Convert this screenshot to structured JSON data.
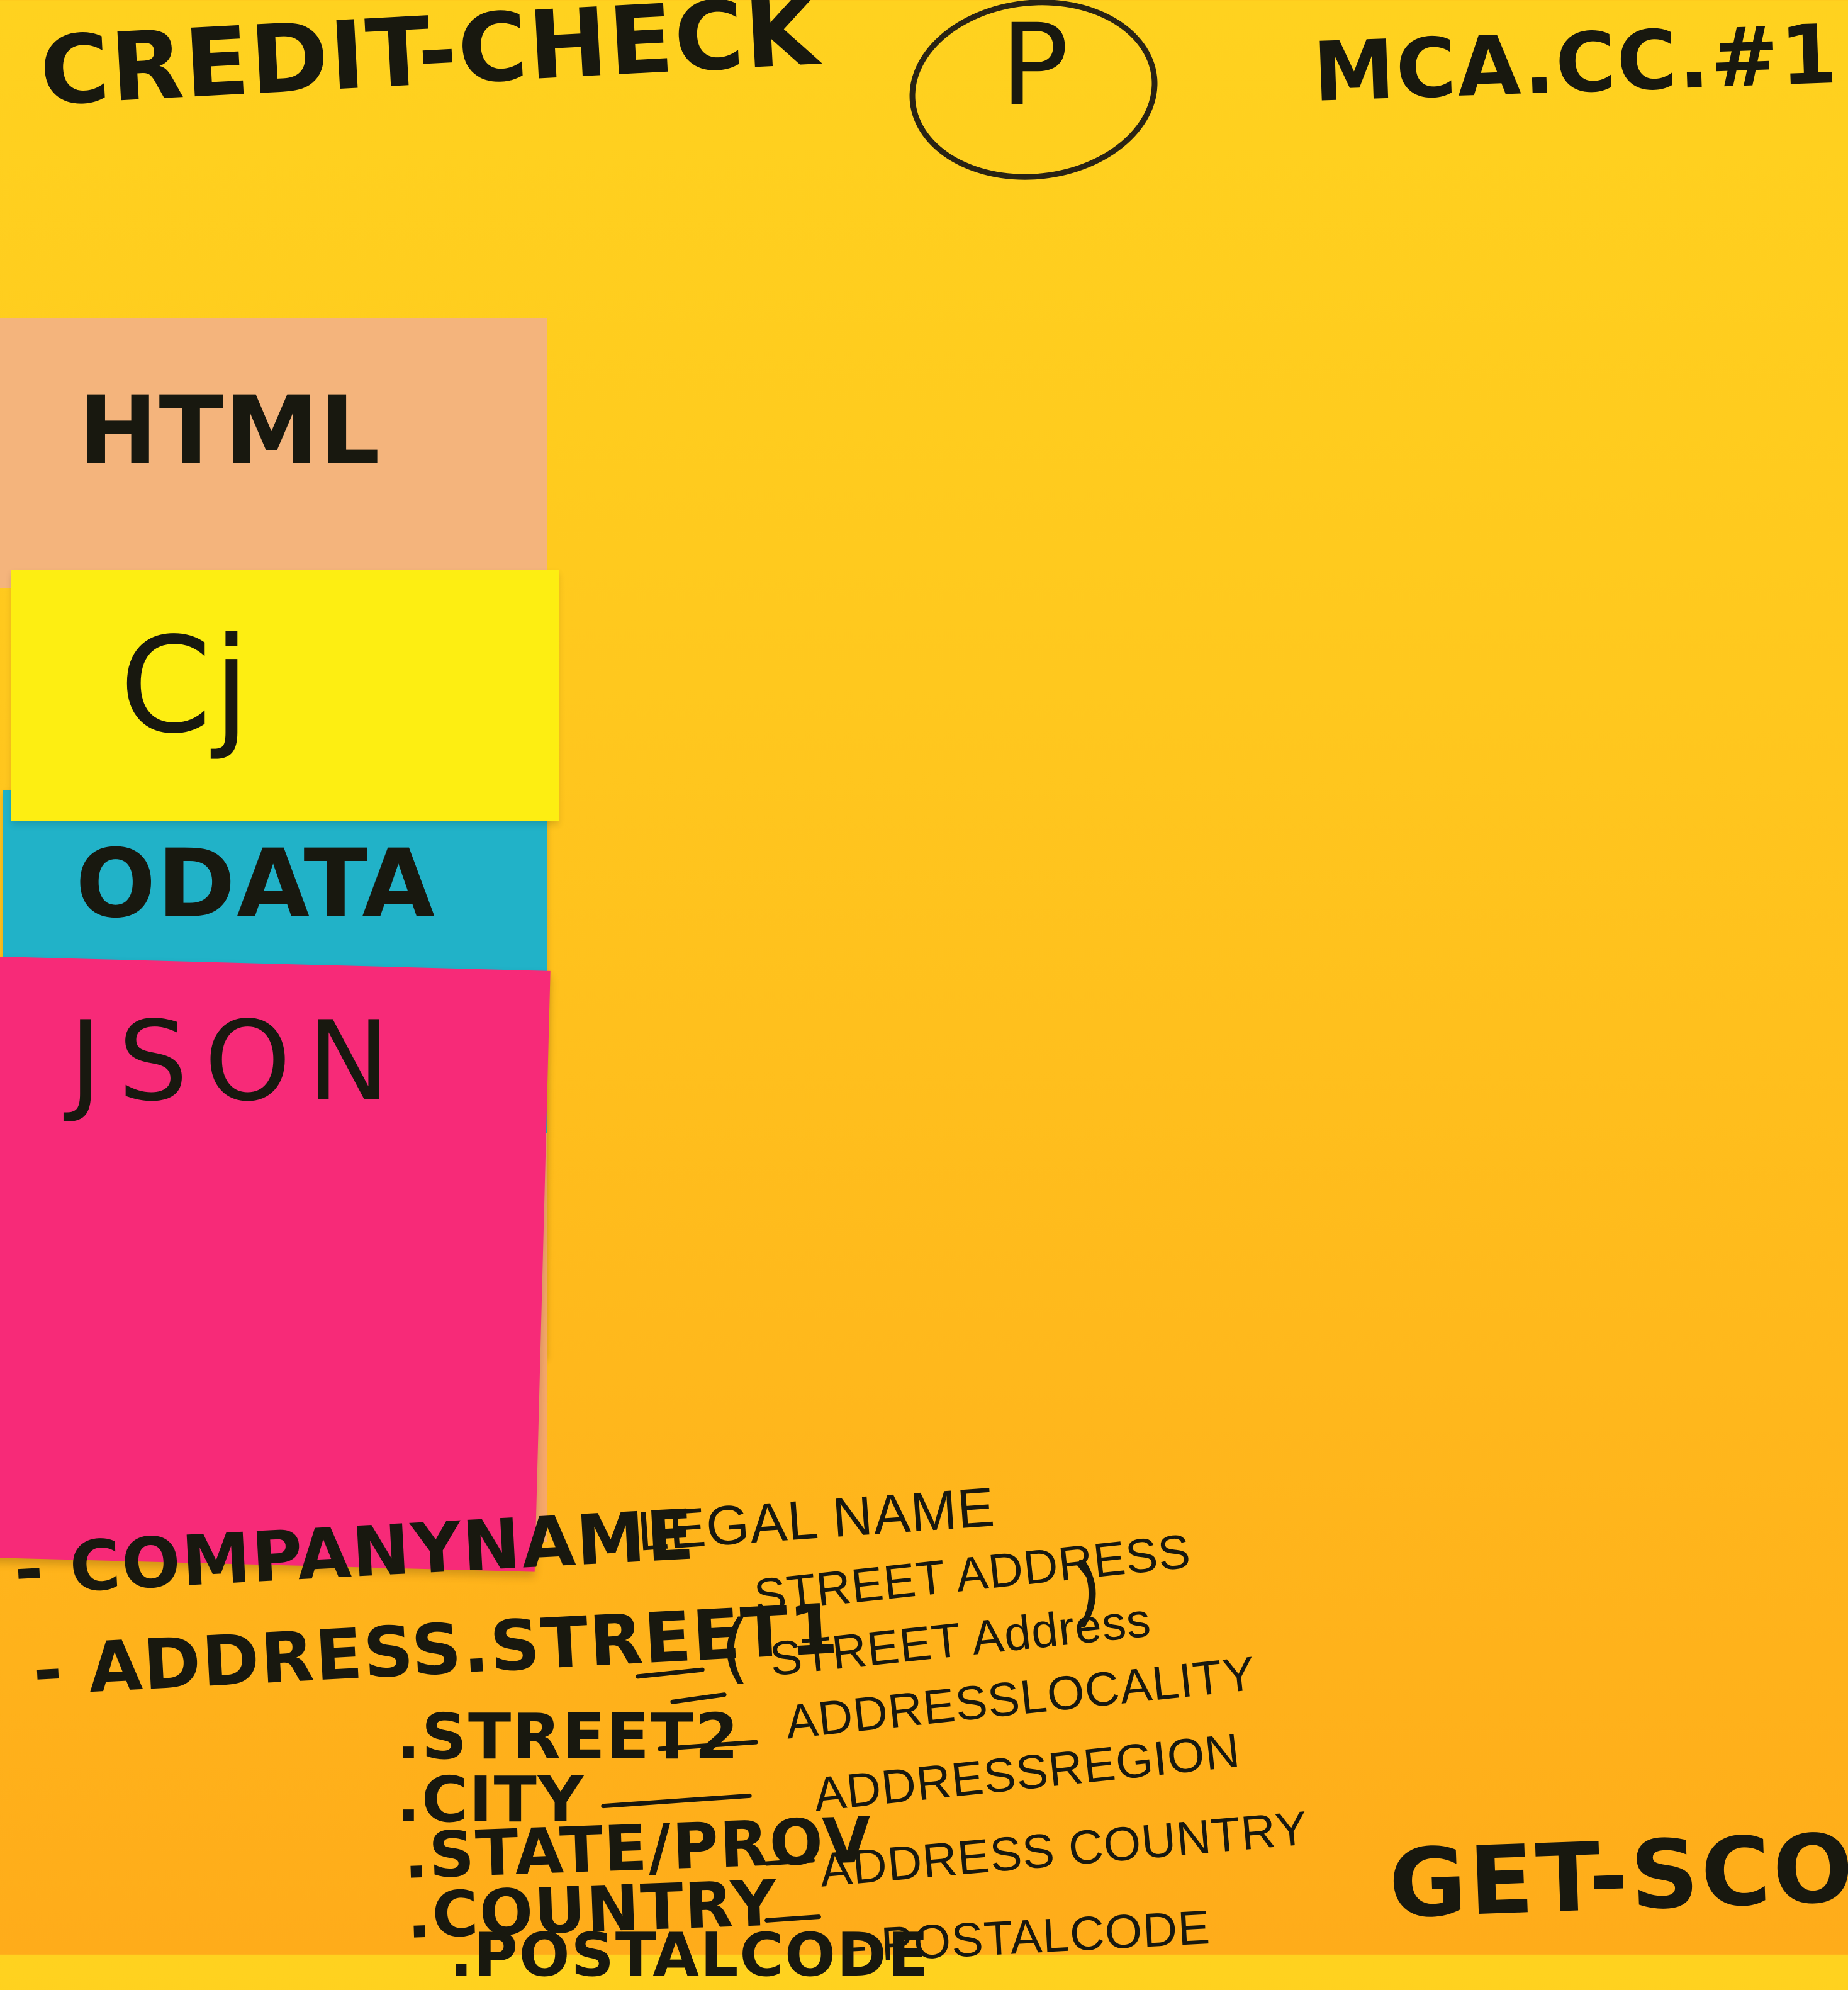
{
  "header": {
    "title": "CREDIT-CHECK",
    "priority": "P",
    "version": "MCA.CC.#1"
  },
  "stickies": [
    {
      "label": "HTML",
      "color": "#f4b47c"
    },
    {
      "label": "Cj",
      "color": "#fdee12"
    },
    {
      "label": "ODATA",
      "color": "#21b2c8"
    },
    {
      "label": "JSON",
      "color": "#f72a78"
    }
  ],
  "fields": {
    "company": "- COMPANYNAME",
    "street1": "- ADDRESS.STREET1",
    "street2": ".STREET2",
    "city": ".CITY",
    "state": ".STATE/PROV",
    "country": ".COUNTRY",
    "postal": ".POSTALCODE"
  },
  "targets": {
    "legal": "LEGAL NAME",
    "street_a": "STREET ADDRESS",
    "street_b": "STREET Address",
    "locality": "ADDRESSLOCALITY",
    "region": "ADDRESSREGION",
    "country": "ADDRESS COUNTRY",
    "postal": "- POSTALCODE"
  },
  "operation": "GET-SCORE",
  "colors": {
    "board": "#ffc81e",
    "ink": "#18180f"
  }
}
